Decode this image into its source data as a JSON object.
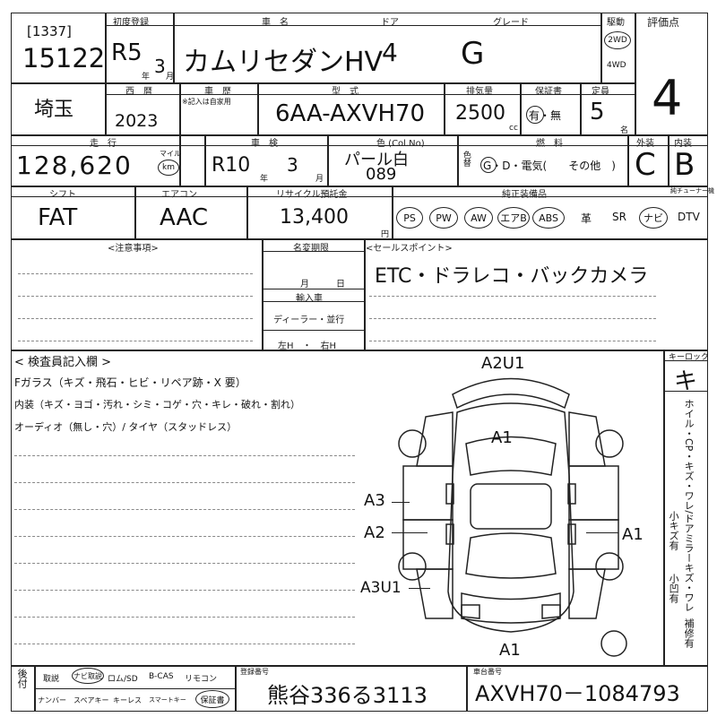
{
  "header": {
    "lot_code": "[1337]",
    "lot_number": "15122",
    "label_first_reg": "初度登録",
    "first_reg_era": "R5",
    "first_reg_month": "3",
    "year_unit": "年",
    "month_unit": "月",
    "label_car_name": "車　名",
    "car_name": "カムリセダンHV",
    "label_doors": "ドア",
    "doors": "4",
    "label_grade": "グレード",
    "grade": "G",
    "label_drive": "駆動",
    "drive_2wd": "2WD",
    "drive_4wd": "4WD",
    "label_score": "評価点",
    "score": "4"
  },
  "row2": {
    "region": "埼玉",
    "label_western": "西　暦",
    "western_year": "2023",
    "label_history": "車　歴",
    "history_note": "※記入は自家用",
    "label_model": "型　式",
    "model": "6AA-AXVH70",
    "label_displacement": "排気量",
    "displacement": "2500",
    "cc_unit": "cc",
    "label_warranty": "保証書",
    "warranty": "有・無",
    "label_capacity": "定員",
    "capacity": "5",
    "capacity_unit": "名"
  },
  "row3": {
    "label_mileage": "走　行",
    "mileage": "128,620",
    "mileage_unit": "km",
    "miles_unit": "マイル",
    "label_inspection": "車　検",
    "inspection": "R10",
    "inspection_month": "3",
    "label_color": "色 (Col.No)",
    "color": "パール白",
    "color_code": "089",
    "label_color_change": "色替",
    "label_fuel": "燃　料",
    "fuel": "G・D・電気(　　その他　)",
    "label_exterior": "外装",
    "exterior": "C",
    "label_interior": "内装",
    "interior": "B"
  },
  "row4": {
    "label_shift": "シフト",
    "shift": "FAT",
    "label_aircon": "エアコン",
    "aircon": "AAC",
    "label_recycle": "リサイクル預託金",
    "recycle": "13,400",
    "yen_unit": "円",
    "label_options": "純正装備品",
    "options": [
      "PS",
      "PW",
      "AW",
      "エアB",
      "ABS",
      "革",
      "SR",
      "ナビ",
      "DTV"
    ],
    "label_tuning": "純チューナー機"
  },
  "notes": {
    "label_caution": "<注意事項>",
    "label_name_change": "名変期限",
    "month_day": "月　　　日",
    "label_import": "輸入車",
    "dealer": "ディーラー・並行",
    "handle": "左H　・　右H",
    "label_sales_point": "<セールスポイント>",
    "sales_point": "ETC・ドラレコ・バックカメラ"
  },
  "inspector": {
    "label_inspector": "< 検査員記入欄 >",
    "line1": "Fガラス（キズ・飛石・ヒビ・リペア跡・X 要）",
    "line2": "内装（キズ・ヨゴ・汚れ・シミ・コゲ・穴・キレ・破れ・割れ）",
    "line3": "オーディオ（無し・穴）/ タイヤ（スタッドレス）",
    "damage": [
      "A2U1",
      "A1",
      "A3",
      "A2",
      "A1",
      "A3U1",
      "A1"
    ],
    "label_keylock": "キーロック",
    "keylock": "キ",
    "side_notes": "ホイル・CP・キズ・ワレ/ドアミラーキズ・ワレ",
    "side_small": "小キズ有",
    "side_small2": "小凹有",
    "side_repair": "補修有"
  },
  "footer": {
    "label_equipment": "後付",
    "items_top": [
      "取説",
      "ナビ取説",
      "ロム/SD",
      "B-CAS",
      "リモコン"
    ],
    "items_bottom": [
      "ナンバー",
      "スペアキー",
      "キーレス",
      "スマートキー",
      "保証書"
    ],
    "label_reg_number": "登録番号",
    "reg_number": "熊谷336る3113",
    "label_chassis": "車台番号",
    "chassis": "AXVH70－1084793"
  }
}
